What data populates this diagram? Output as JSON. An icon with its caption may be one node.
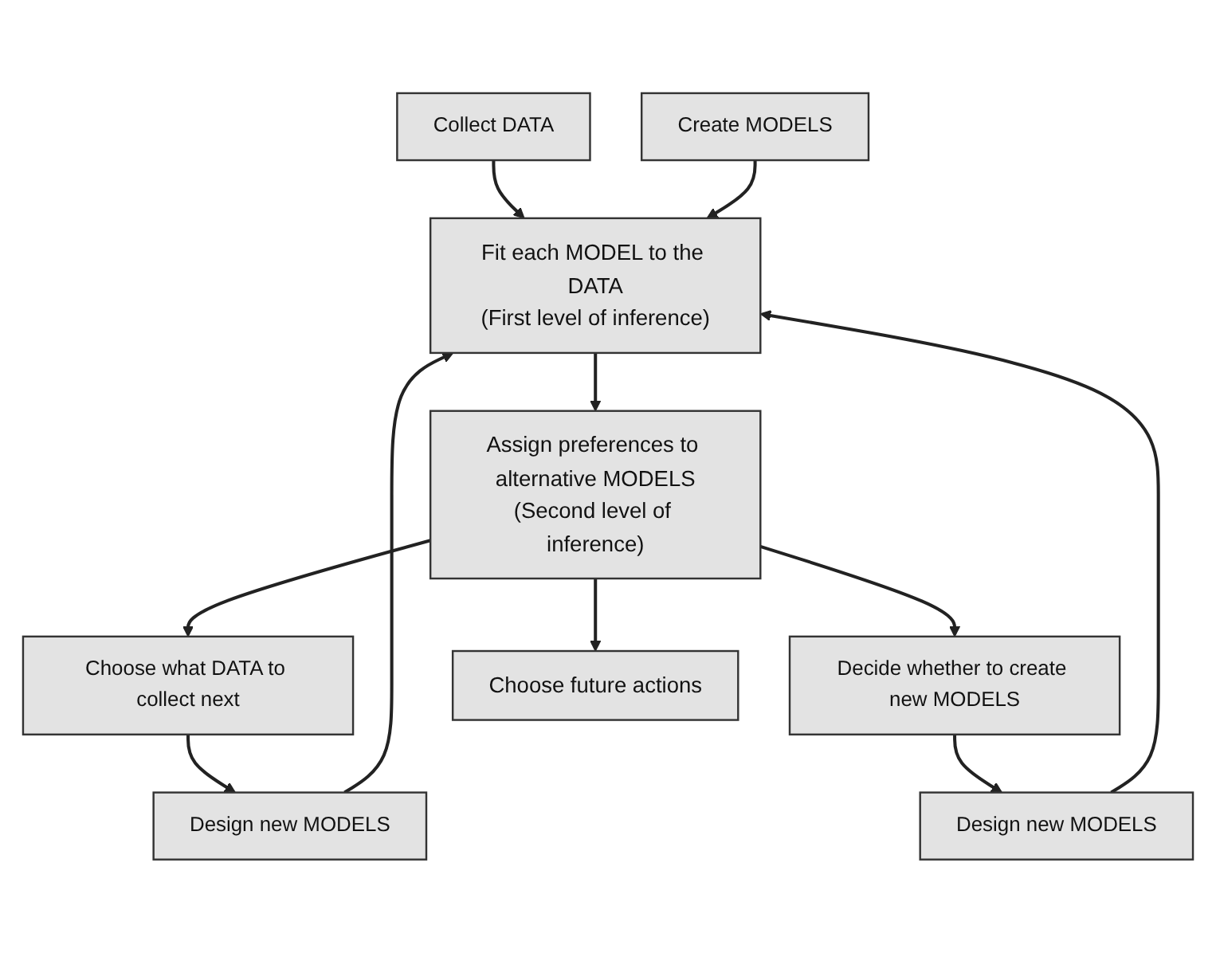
{
  "diagram": {
    "nodes": [
      {
        "text": [
          "Collect DATA"
        ]
      },
      {
        "text": [
          "Create MODELS"
        ]
      },
      {
        "text": [
          "Design new MODELS"
        ]
      },
      {
        "text": [
          "Fit each MODEL to the DATA",
          "(First level of inference)"
        ]
      },
      {
        "text": [
          "Design new MODELS"
        ]
      },
      {
        "text": [
          "Choose what DATA to collect next"
        ]
      },
      {
        "text": [
          "Assign preferences to alternative MODELS",
          "(Second level of inference)"
        ]
      },
      {
        "text": [
          "Decide whether to create new MODELS"
        ]
      },
      {
        "text": [
          "Choose future actions"
        ]
      }
    ],
    "edges": [
      {
        "from": 0,
        "to": 3,
        "arrow": "to"
      },
      {
        "from": 1,
        "to": 3,
        "arrow": "to"
      },
      {
        "from": 2,
        "to": 3,
        "arrow": "to"
      },
      {
        "from": 4,
        "to": 3,
        "arrow": "to"
      },
      {
        "from": 3,
        "to": 6,
        "arrow": "to"
      },
      {
        "from": 6,
        "to": 5,
        "arrow": "to"
      },
      {
        "from": 6,
        "to": 7,
        "arrow": "to"
      },
      {
        "from": 5,
        "to": 2,
        "arrow": "to"
      },
      {
        "from": 7,
        "to": 4,
        "arrow": "to"
      },
      {
        "from": 6,
        "to": 8,
        "arrow": "to"
      }
    ]
  }
}
